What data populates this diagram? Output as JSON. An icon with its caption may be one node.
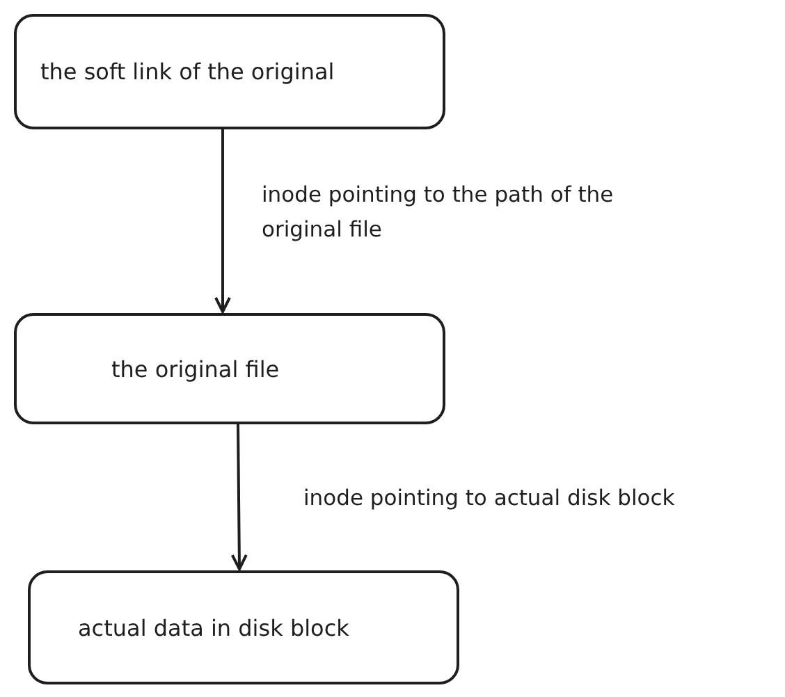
{
  "diagram": {
    "nodes": [
      {
        "text": [
          "the soft link of the original"
        ]
      },
      {
        "text": [
          "the original file"
        ]
      },
      {
        "text": [
          "actual data in disk block"
        ]
      }
    ],
    "edges": [
      {
        "from": 0,
        "to": 1,
        "arrow": "to",
        "label": "inode pointing to the path of the original file"
      },
      {
        "from": 1,
        "to": 2,
        "arrow": "to",
        "label": "inode pointing to actual disk block"
      }
    ]
  }
}
